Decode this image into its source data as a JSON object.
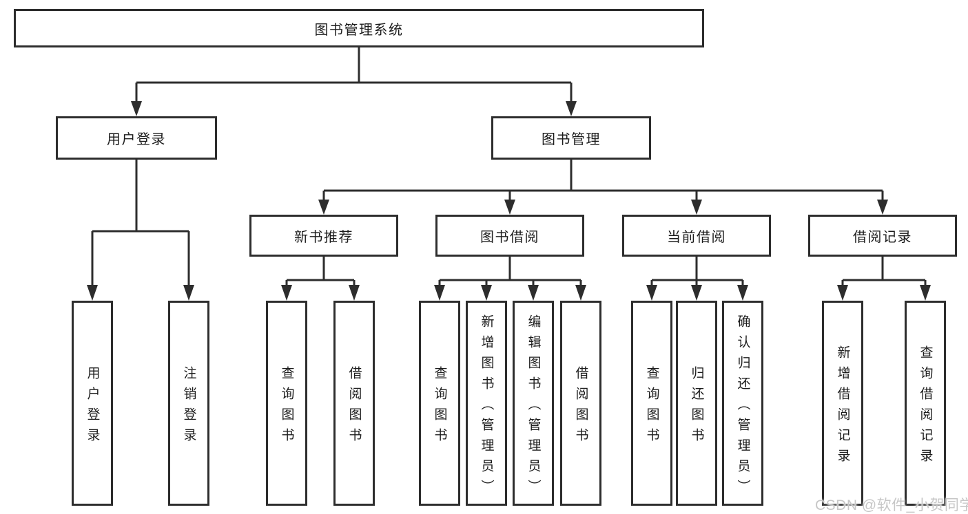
{
  "colors": {
    "line": "#2d2d2d",
    "text": "#1c1c1c",
    "watermark": "#c7c7c7",
    "background": "#ffffff"
  },
  "root": {
    "label": "图书管理系统"
  },
  "level2": [
    {
      "label": "用户登录"
    },
    {
      "label": "图书管理"
    }
  ],
  "level3": [
    {
      "parent": "图书管理",
      "label": "新书推荐"
    },
    {
      "parent": "图书管理",
      "label": "图书借阅"
    },
    {
      "parent": "图书管理",
      "label": "当前借阅"
    },
    {
      "parent": "图书管理",
      "label": "借阅记录"
    }
  ],
  "leaves": [
    {
      "parent": "用户登录",
      "label": "用户登录"
    },
    {
      "parent": "用户登录",
      "label": "注销登录"
    },
    {
      "parent": "新书推荐",
      "label": "查询图书"
    },
    {
      "parent": "新书推荐",
      "label": "借阅图书"
    },
    {
      "parent": "图书借阅",
      "label": "查询图书"
    },
    {
      "parent": "图书借阅",
      "label": "新增图书（管理员）"
    },
    {
      "parent": "图书借阅",
      "label": "编辑图书（管理员）"
    },
    {
      "parent": "图书借阅",
      "label": "借阅图书"
    },
    {
      "parent": "当前借阅",
      "label": "查询图书"
    },
    {
      "parent": "当前借阅",
      "label": "归还图书"
    },
    {
      "parent": "当前借阅",
      "label": "确认归还（管理员）"
    },
    {
      "parent": "借阅记录",
      "label": "新增借阅记录"
    },
    {
      "parent": "借阅记录",
      "label": "查询借阅记录"
    }
  ],
  "watermark": {
    "text": "CSDN @软件_小贺同学"
  }
}
